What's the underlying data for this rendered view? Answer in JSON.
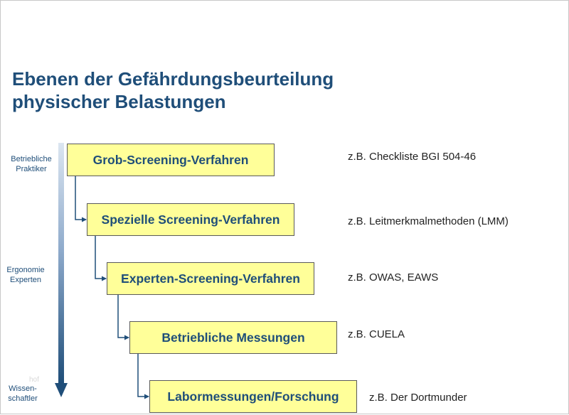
{
  "title": {
    "line1": "Ebenen der Gefährdungsbeurteilung",
    "line2": "physischer Belastungen"
  },
  "side_labels": {
    "top": [
      "Betriebliche",
      "Praktiker"
    ],
    "middle": [
      "Ergonomie",
      "Experten"
    ],
    "bottom": [
      "Wissen-",
      "schaftler"
    ]
  },
  "levels": [
    {
      "label": "Grob-Screening-Verfahren",
      "example": "z.B. Checkliste BGI 504-46"
    },
    {
      "label": "Spezielle Screening-Verfahren",
      "example": "z.B. Leitmerkmalmethoden (LMM)"
    },
    {
      "label": "Experten-Screening-Verfahren",
      "example": "z.B. OWAS, EAWS"
    },
    {
      "label": "Betriebliche Messungen",
      "example": "z.B. CUELA"
    },
    {
      "label": "Labormessungen/Forschung",
      "example": "z.B. Der Dortmunder"
    }
  ],
  "watermark": "hof",
  "colors": {
    "title": "#1f4e79",
    "box_fill": "#ffff99",
    "arrow": "#1f4e79"
  }
}
